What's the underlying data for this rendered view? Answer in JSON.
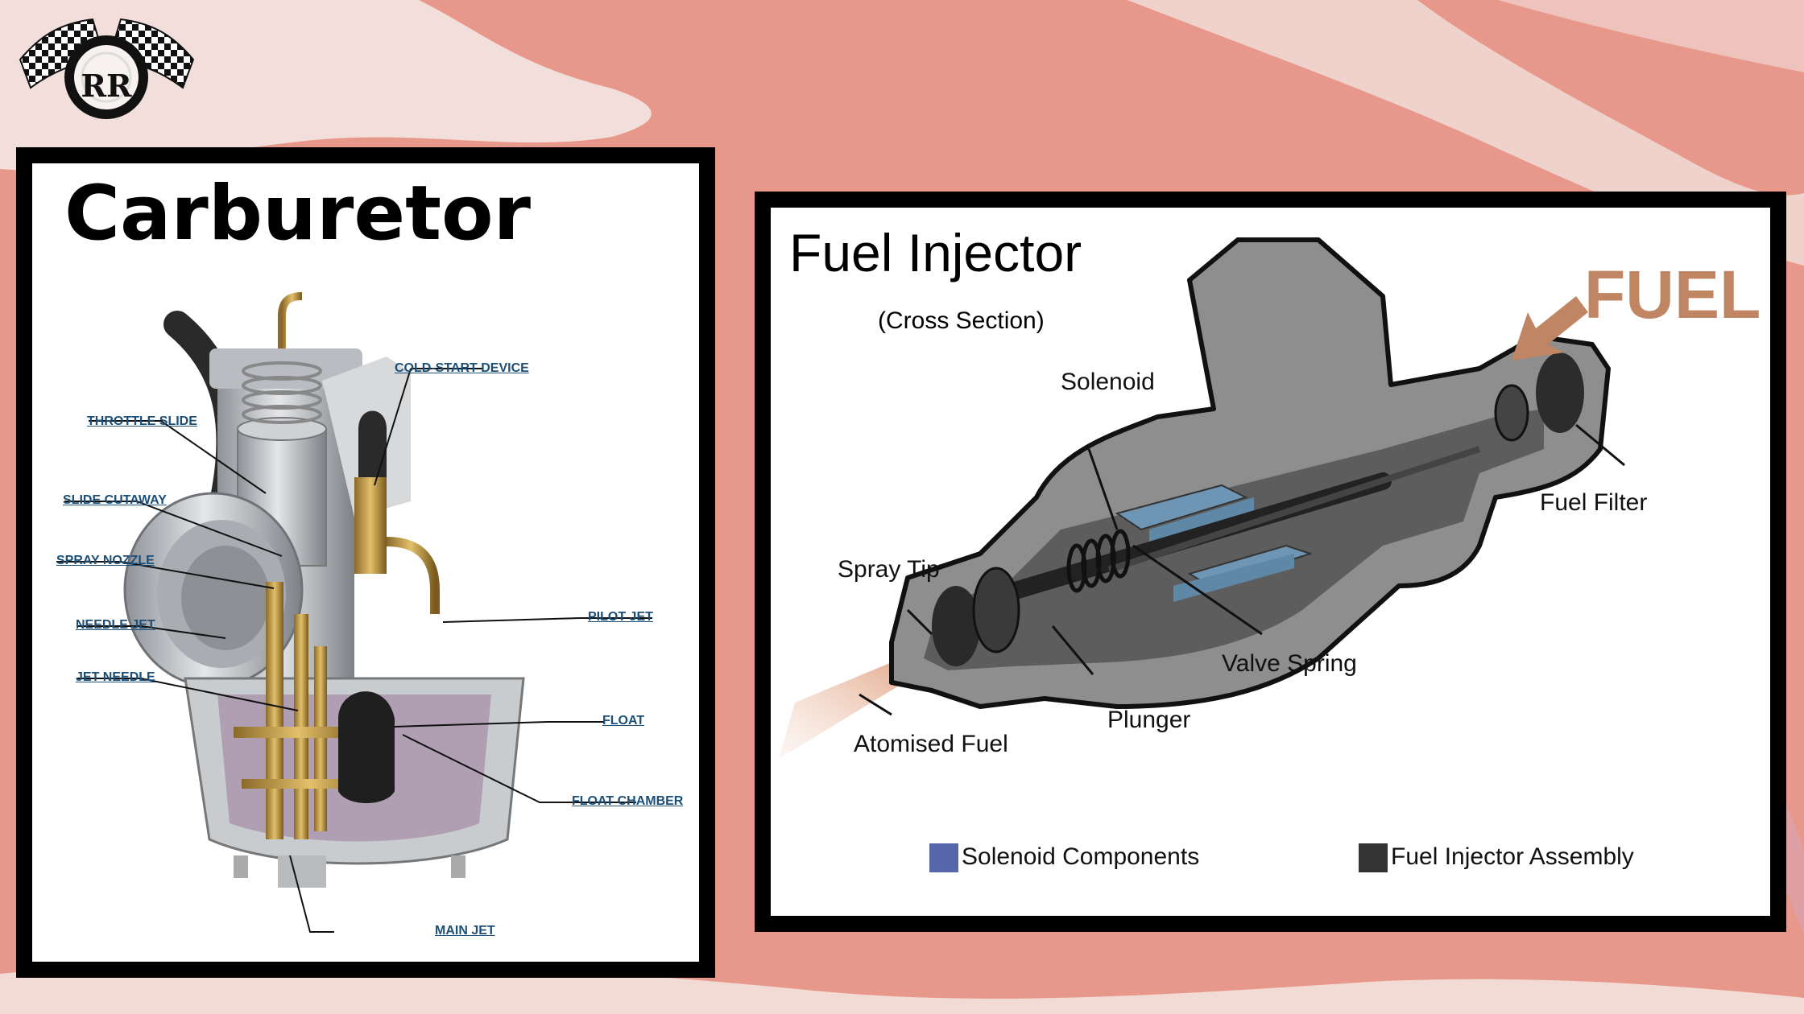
{
  "colors": {
    "background": "#e8988a",
    "background_light": "#f3e5e2",
    "panel_border": "#000000",
    "carb_label": "#1b4f77",
    "fuel_word": "#c08562",
    "solenoid_blue": "#5f87a6",
    "legend_solenoid": "#5566aa",
    "legend_assembly": "#333333"
  },
  "logo": {
    "initials": "RR",
    "icon": "checkered-flags-icon"
  },
  "carburetor": {
    "title": "Carburetor",
    "labels": {
      "cold_start_device": "COLD-START DEVICE",
      "throttle_slide": "THROTTLE SLIDE",
      "slide_cutaway": "SLIDE CUTAWAY",
      "spray_nozzle": "SPRAY NOZZLE",
      "pilot_jet": "PILOT JET",
      "needle_jet": "NEEDLE JET",
      "jet_needle": "JET NEEDLE",
      "float": "FLOAT",
      "float_chamber": "FLOAT CHAMBER",
      "main_jet": "MAIN JET"
    }
  },
  "injector": {
    "title": "Fuel Injector",
    "subtitle": "(Cross Section)",
    "fuel_word": "FUEL",
    "labels": {
      "solenoid": "Solenoid",
      "fuel_filter": "Fuel Filter",
      "spray_tip": "Spray Tip",
      "valve_spring": "Valve Spring",
      "plunger": "Plunger",
      "atomised_fuel": "Atomised Fuel"
    },
    "legend": {
      "solenoid_components": "Solenoid Components",
      "fuel_injector_assembly": "Fuel Injector Assembly"
    }
  }
}
